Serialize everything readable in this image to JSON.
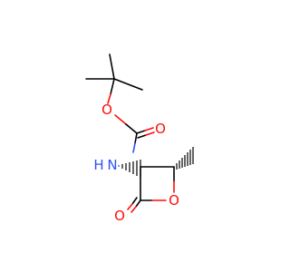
{
  "molecule": {
    "atoms": {
      "o_ester": {
        "label": "O",
        "color": "#ff0d0d"
      },
      "o_carbonyl": {
        "label": "O",
        "color": "#ff0d0d"
      },
      "n_amide": {
        "label": "N",
        "h_label": "H",
        "color": "#3050f8"
      },
      "o_ring": {
        "label": "O",
        "color": "#ff0d0d"
      },
      "o_lactone": {
        "label": "O",
        "color": "#ff0d0d"
      }
    },
    "colors": {
      "bond": "#000000"
    }
  }
}
